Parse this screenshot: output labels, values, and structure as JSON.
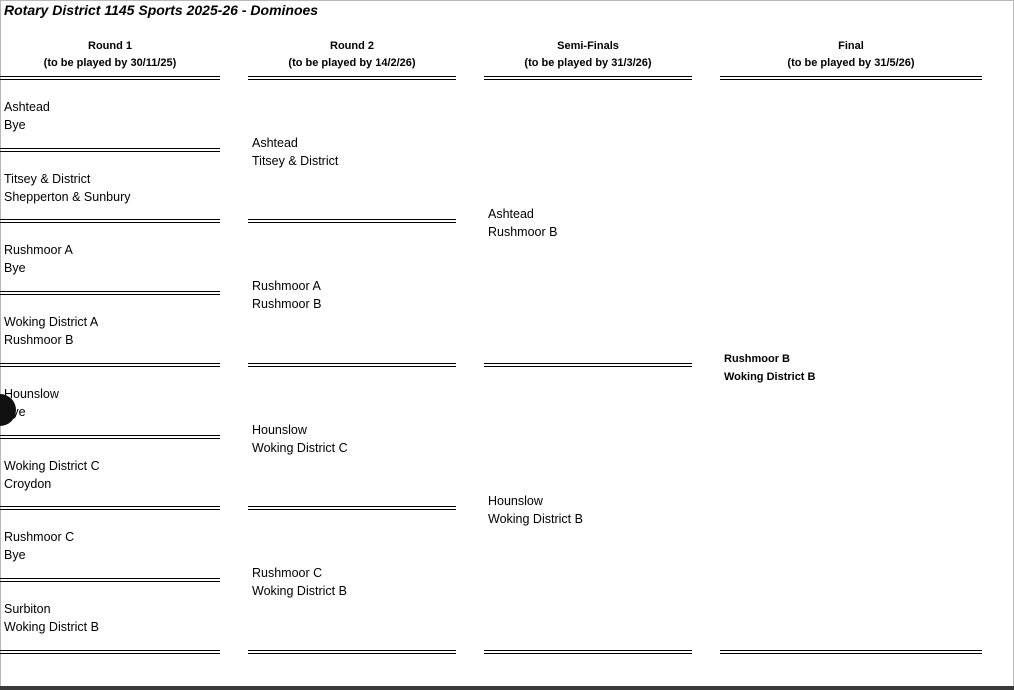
{
  "title": "Rotary District 1145 Sports 2025-26 - Dominoes",
  "rounds": [
    {
      "name": "Round 1",
      "deadline": "(to be played by 30/11/25)"
    },
    {
      "name": "Round 2",
      "deadline": "(to be played by 14/2/26)"
    },
    {
      "name": "Semi-Finals",
      "deadline": "(to be played by 31/3/26)"
    },
    {
      "name": "Final",
      "deadline": "(to be played by 31/5/26)"
    }
  ],
  "round1": [
    {
      "home": "Ashtead",
      "away": "Bye"
    },
    {
      "home": "Titsey & District",
      "away": "Shepperton & Sunbury"
    },
    {
      "home": "Rushmoor A",
      "away": "Bye"
    },
    {
      "home": "Woking District A",
      "away": "Rushmoor B"
    },
    {
      "home": "Hounslow",
      "away": "Bye"
    },
    {
      "home": "Woking District C",
      "away": "Croydon"
    },
    {
      "home": "Rushmoor C",
      "away": "Bye"
    },
    {
      "home": "Surbiton",
      "away": "Woking District B"
    }
  ],
  "round2": [
    {
      "home": "Ashtead",
      "away": "Titsey & District"
    },
    {
      "home": "Rushmoor A",
      "away": "Rushmoor B"
    },
    {
      "home": "Hounslow",
      "away": "Woking District C"
    },
    {
      "home": "Rushmoor C",
      "away": "Woking District B"
    }
  ],
  "semifinals": [
    {
      "home": "Ashtead",
      "away": "Rushmoor B"
    },
    {
      "home": "Hounslow",
      "away": "Woking District B"
    }
  ],
  "final": {
    "home": "Rushmoor B",
    "away": "Woking District B"
  }
}
